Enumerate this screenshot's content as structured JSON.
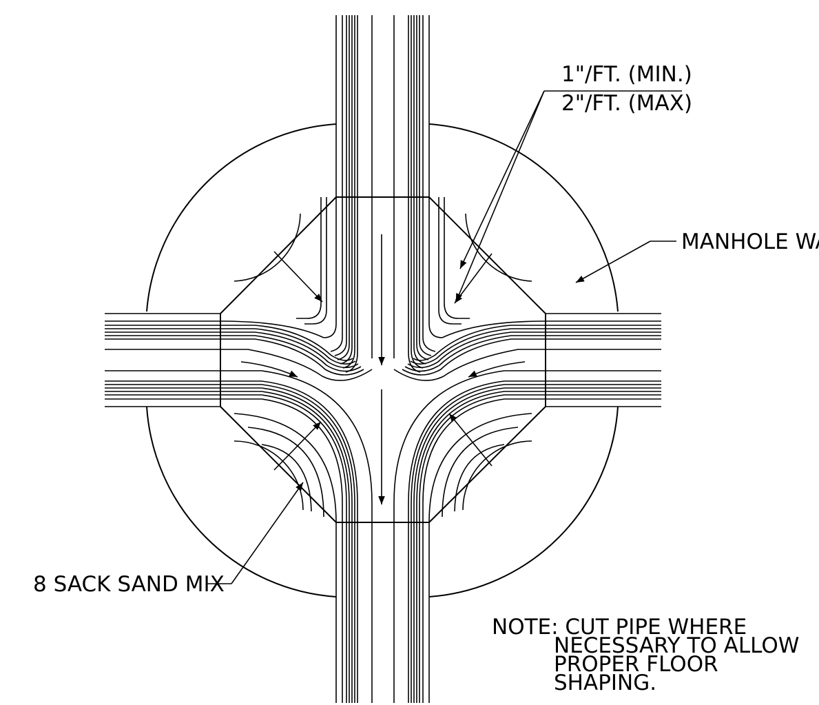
{
  "labels": {
    "slope_min": "1\"/FT. (MIN.)",
    "slope_max": "2\"/FT. (MAX)",
    "manhole_wall": "MANHOLE WALL",
    "sand_mix": "8 SACK SAND MIX",
    "note_line1": "NOTE: CUT PIPE WHERE",
    "note_line2": "NECESSARY TO ALLOW",
    "note_line3": "PROPER FLOOR",
    "note_line4": "SHAPING."
  },
  "colors": {
    "ink": "#000000",
    "paper": "#ffffff"
  }
}
